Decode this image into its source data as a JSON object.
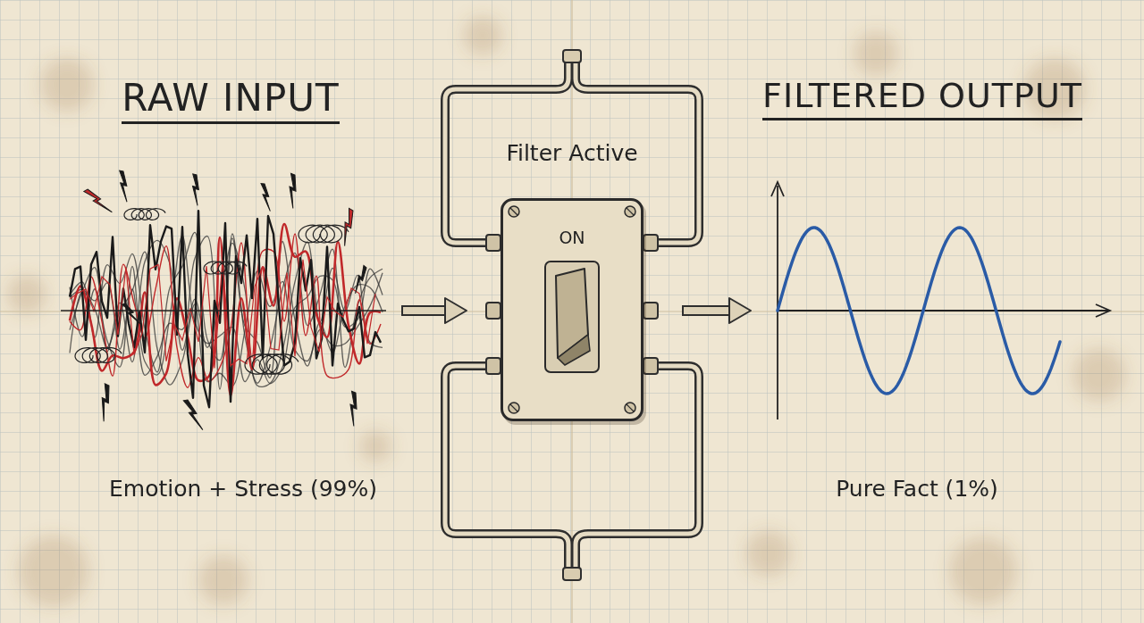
{
  "diagram": {
    "nodes": [
      {
        "text": [
          "ON"
        ]
      }
    ],
    "labels": [
      "RAW INPUT",
      "FILTERED OUTPUT",
      "Filter Active",
      "Emotion + Stress (99%)",
      "Pure Fact (1%)"
    ]
  }
}
